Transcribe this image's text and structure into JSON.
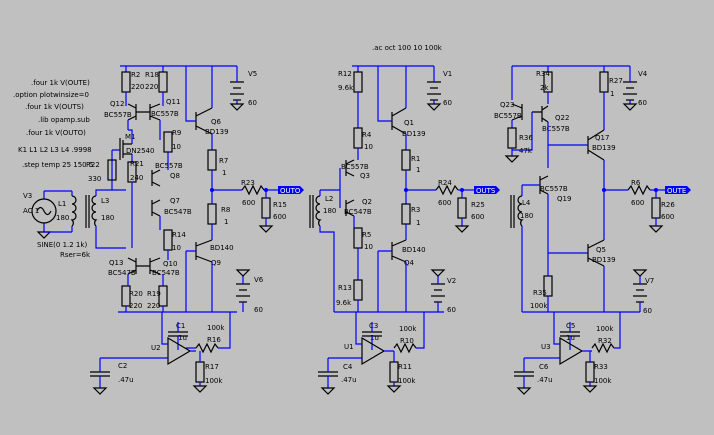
{
  "directives": {
    "ac": ".ac oct 100 10 100k",
    "four_oute": ".four 1k V(OUTE)",
    "plotwinsize": ".option plotwinsize=0",
    "four_outs": ".four 1k V(OUTS)",
    "lib": ".lib opamp.sub",
    "four_outo": ".four 1k V(OUTO)",
    "coupling": "K1 L1 L2 L3 L4 .9998",
    "step": ".step temp 25 150 5"
  },
  "source": {
    "name": "V3",
    "ac": "AC 1",
    "sine": "SINE(0 1.2 1k)",
    "rser": "Rser=6k"
  },
  "left": {
    "L1": [
      "L1",
      "180"
    ],
    "L3": [
      "L3",
      "180"
    ],
    "R2": [
      "R2",
      "220"
    ],
    "R18": [
      "R18",
      "220"
    ],
    "Q12": [
      "Q12",
      "BC557B"
    ],
    "Q11": [
      "Q11",
      "BC557B"
    ],
    "M1": [
      "M1",
      "DN2540"
    ],
    "R22": [
      "R22",
      "330"
    ],
    "R21": [
      "R21",
      "240"
    ],
    "R9": [
      "R9",
      "10"
    ],
    "Q8": [
      "BC557B",
      "Q8"
    ],
    "Q7": [
      "Q7",
      "BC547B"
    ],
    "R14": [
      "R14",
      "10"
    ],
    "Q13": [
      "Q13",
      "BC547B"
    ],
    "Q10": [
      "Q10",
      "BC547B"
    ],
    "R20": [
      "R20",
      "220"
    ],
    "R19": [
      "R19",
      "220"
    ],
    "Q6": [
      "Q6",
      "BD139"
    ],
    "R7": [
      "R7",
      "1"
    ],
    "R8": [
      "R8",
      "1"
    ],
    "Q9": [
      "BD140",
      "Q9"
    ],
    "R23": [
      "R23",
      "600"
    ],
    "R15": [
      "R15",
      "600"
    ],
    "out": "OUTO",
    "V5": [
      "V5",
      "60"
    ],
    "V6": [
      "V6",
      "60"
    ],
    "C1": [
      "C1",
      "1u"
    ],
    "R16": [
      "100k",
      "R16"
    ],
    "U2": "U2",
    "R17": [
      "R17",
      "100k"
    ],
    "C2": [
      "C2",
      ".47u"
    ]
  },
  "middle": {
    "L2": [
      "L2",
      "180"
    ],
    "R12": [
      "R12",
      "9.6k"
    ],
    "R4": [
      "R4",
      "10"
    ],
    "Q3": [
      "Q3"
    ],
    "Q2": [
      "Q2"
    ],
    "R5": [
      "R5",
      "10"
    ],
    "R13": [
      "R13",
      "9.6k"
    ],
    "Q1": [
      "Q1",
      "BD139"
    ],
    "R1": [
      "R1",
      "1"
    ],
    "R3": [
      "R3",
      "1"
    ],
    "Q4": [
      "BD140",
      "Q4"
    ],
    "R24": [
      "R24",
      "600"
    ],
    "R25": [
      "R25",
      "600"
    ],
    "out": "OUTS",
    "V1": [
      "V1",
      "60"
    ],
    "V2": [
      "V2",
      "60"
    ],
    "C3": [
      "C3",
      "1u"
    ],
    "R10": [
      "100k",
      "R10"
    ],
    "U1": "U1",
    "R11": [
      "R11",
      "100k"
    ],
    "C4": [
      "C4",
      ".47u"
    ],
    "BC557B": "BC557B",
    "BC547B": "BC547B",
    "BD139": "BD139"
  },
  "right": {
    "L4": [
      "L4",
      "180"
    ],
    "R34": [
      "R34",
      "2k"
    ],
    "R27": [
      "R27",
      "1"
    ],
    "Q23": [
      "Q23",
      "BC557B"
    ],
    "Q22": [
      "Q22",
      "BC557B"
    ],
    "R36": [
      "R36",
      "47k"
    ],
    "Q17": [
      "Q17",
      "BD139"
    ],
    "Q19": [
      "BC557B",
      "Q19"
    ],
    "R6": [
      "R6",
      "600"
    ],
    "R26": [
      "R26",
      "600"
    ],
    "out": "OUTE",
    "Q5": [
      "Q5",
      "BD139"
    ],
    "R35": [
      "R35",
      "100k"
    ],
    "V4": [
      "V4",
      "60"
    ],
    "V7": [
      "V7",
      "60"
    ],
    "C5": [
      "C5",
      "1u"
    ],
    "R32": [
      "100k",
      "R32"
    ],
    "U3": "U3",
    "R33": [
      "R33",
      "100k"
    ],
    "C6": [
      "C6",
      ".47u"
    ]
  },
  "colors": {
    "background": "#c0c0c0",
    "wire": "#0000ff",
    "component": "#000000",
    "flag": "#0000ff",
    "source_sign": "#ffd700"
  }
}
